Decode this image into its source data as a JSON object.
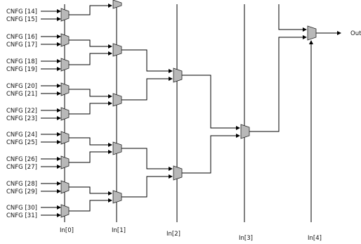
{
  "inputs": [
    [
      "CNFG [14]",
      "CNFG [15]"
    ],
    [
      "CNFG [16]",
      "CNFG [17]"
    ],
    [
      "CNFG [18]",
      "CNFG [19]"
    ],
    [
      "CNFG [20]",
      "CNFG [21]"
    ],
    [
      "CNFG [22]",
      "CNFG [23]"
    ],
    [
      "CNFG [24]",
      "CNFG [25]"
    ],
    [
      "CNFG [26]",
      "CNFG [27]"
    ],
    [
      "CNFG [28]",
      "CNFG [29]"
    ],
    [
      "CNFG [30]",
      "CNFG [31]"
    ]
  ],
  "select_lines": [
    "In[0]",
    "In[1]",
    "In[2]",
    "In[3]",
    "In[4]"
  ],
  "output_label": "Out"
}
